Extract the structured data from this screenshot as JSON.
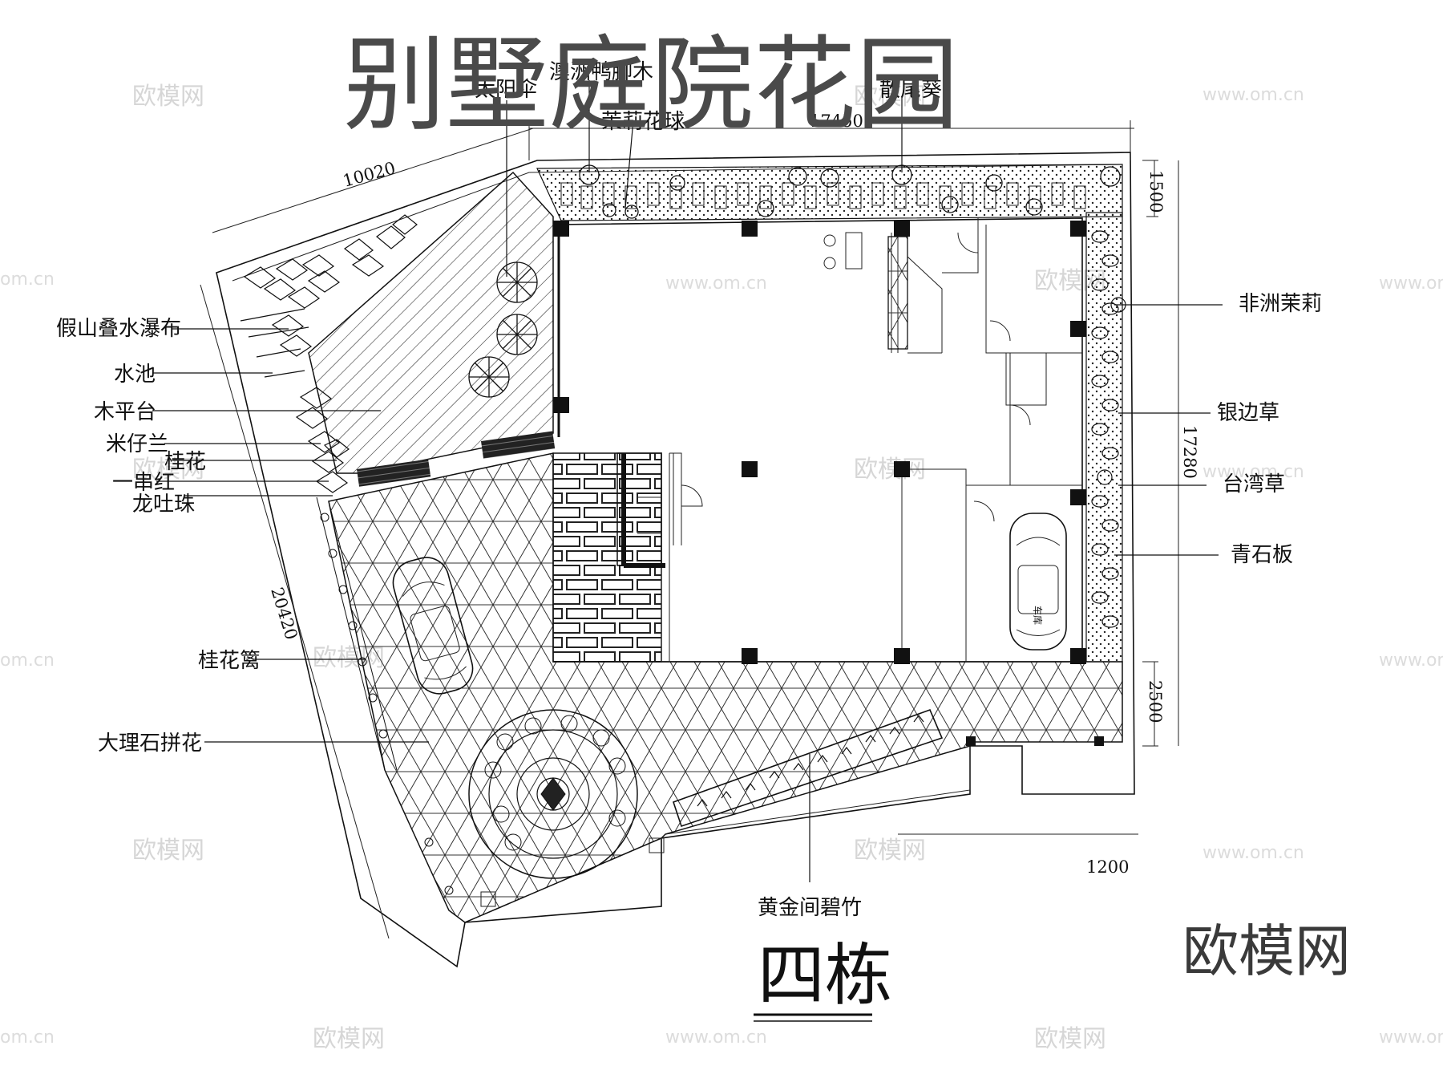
{
  "title": "别墅庭院花园",
  "subtitle": "四栋",
  "brand": "欧模网",
  "watermark": {
    "cn": "欧模网",
    "url": "www.om.cn",
    "url_short": "om.cn"
  },
  "dimensions": {
    "top": "17450",
    "top_left": "10020",
    "left": "20420",
    "right": "17280",
    "right_top": "1500",
    "right_bottom": "2500",
    "bottom_right": "1200"
  },
  "labels": {
    "left": [
      "假山叠水瀑布",
      "水池",
      "木平台",
      "米仔兰",
      "桂花",
      "一串红",
      "龙吐珠",
      "桂花篱",
      "大理石拼花"
    ],
    "right": [
      "非洲茉莉",
      "银边草",
      "台湾草",
      "青石板"
    ],
    "top": [
      "太阳伞",
      "澳洲鸭脚木",
      "茉莉花球",
      "散尾葵"
    ],
    "bottom": [
      "黄金间碧竹"
    ]
  },
  "car_label": "车库"
}
